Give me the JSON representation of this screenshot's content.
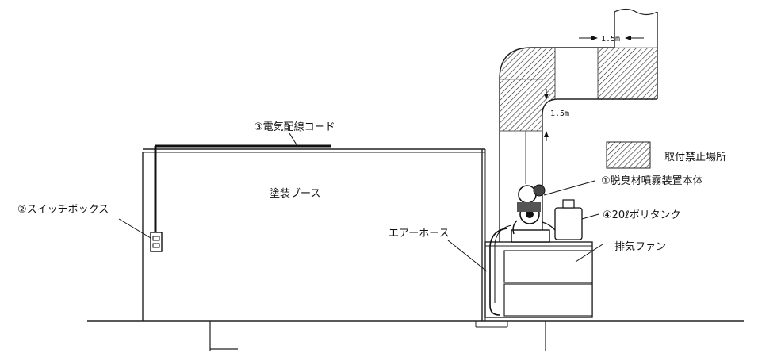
{
  "labels": {
    "wiring_cord": "③電気配線コード",
    "paint_booth": "塗装ブース",
    "switch_box": "②スイッチボックス",
    "air_hose": "エアーホース",
    "deodorizer_unit": "①脱臭材噴霧装置本体",
    "poly_tank": "④20ℓポリタンク",
    "exhaust_fan": "排気ファン",
    "no_mount_zone": "取付禁止場所",
    "dim_horizontal": "1.5m",
    "dim_vertical": "1.5m"
  }
}
